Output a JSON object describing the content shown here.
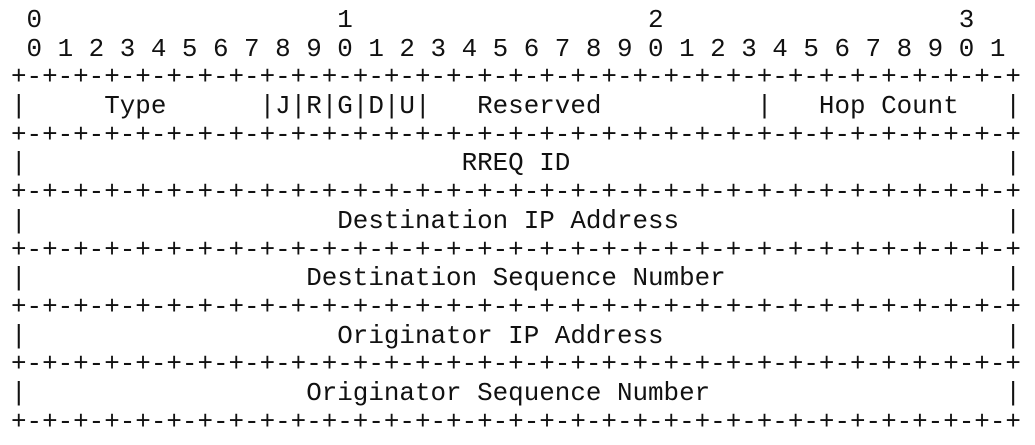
{
  "diagram": {
    "lines": [
      " 0                   1                   2                   3",
      " 0 1 2 3 4 5 6 7 8 9 0 1 2 3 4 5 6 7 8 9 0 1 2 3 4 5 6 7 8 9 0 1",
      "+-+-+-+-+-+-+-+-+-+-+-+-+-+-+-+-+-+-+-+-+-+-+-+-+-+-+-+-+-+-+-+-+",
      "|     Type      |J|R|G|D|U|   Reserved          |   Hop Count   |",
      "+-+-+-+-+-+-+-+-+-+-+-+-+-+-+-+-+-+-+-+-+-+-+-+-+-+-+-+-+-+-+-+-+",
      "|                            RREQ ID                            |",
      "+-+-+-+-+-+-+-+-+-+-+-+-+-+-+-+-+-+-+-+-+-+-+-+-+-+-+-+-+-+-+-+-+",
      "|                    Destination IP Address                     |",
      "+-+-+-+-+-+-+-+-+-+-+-+-+-+-+-+-+-+-+-+-+-+-+-+-+-+-+-+-+-+-+-+-+",
      "|                  Destination Sequence Number                  |",
      "+-+-+-+-+-+-+-+-+-+-+-+-+-+-+-+-+-+-+-+-+-+-+-+-+-+-+-+-+-+-+-+-+",
      "|                    Originator IP Address                      |",
      "+-+-+-+-+-+-+-+-+-+-+-+-+-+-+-+-+-+-+-+-+-+-+-+-+-+-+-+-+-+-+-+-+",
      "|                  Originator Sequence Number                   |",
      "+-+-+-+-+-+-+-+-+-+-+-+-+-+-+-+-+-+-+-+-+-+-+-+-+-+-+-+-+-+-+-+-+"
    ]
  }
}
